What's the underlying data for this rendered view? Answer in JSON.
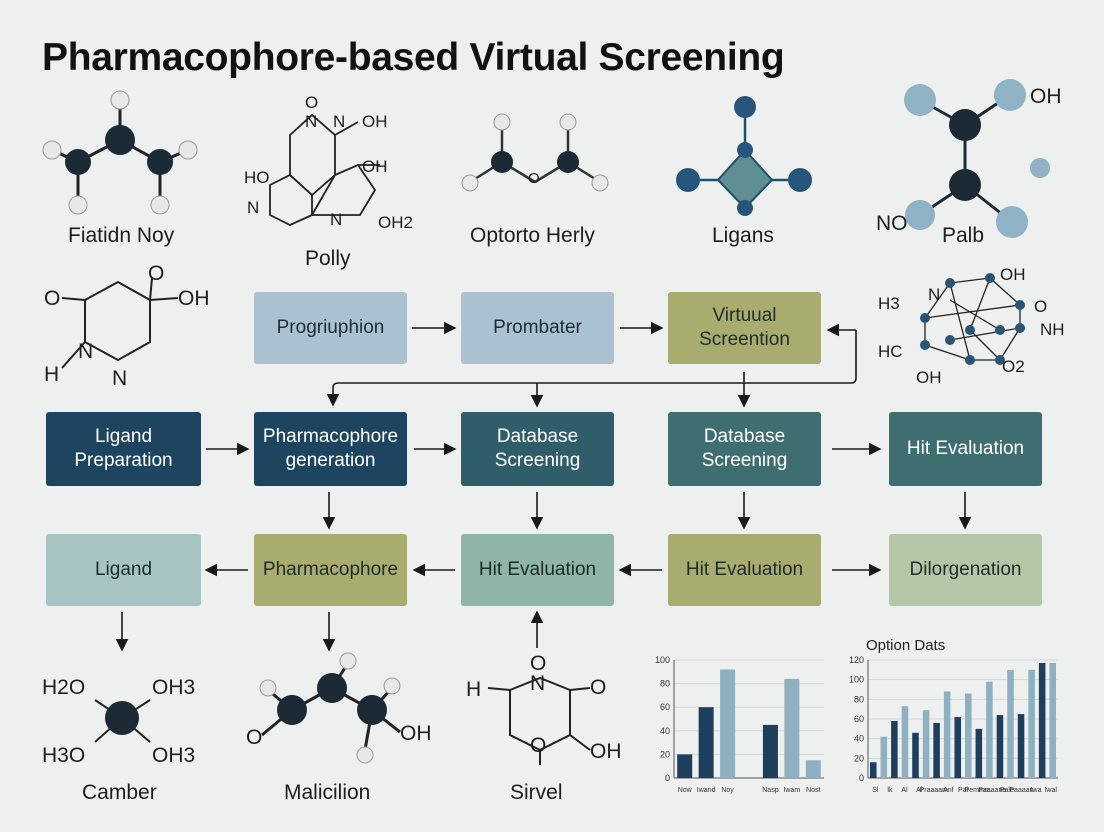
{
  "title": "Pharmacophore-based Virtual Screening",
  "molecules": {
    "m1": "Fiatidn Noy",
    "m2": "Polly",
    "m3": "Optorto Herly",
    "m4": "Ligans",
    "m5": "Palb",
    "m6": "Camber",
    "m7": "Malicilion",
    "m8": "Sirvel"
  },
  "atoms": {
    "o": "O",
    "oh": "OH",
    "n": "N",
    "ho": "HO",
    "oh2": "OH2",
    "hn": "H",
    "no": "NO",
    "h3": "H3",
    "hc": "HC",
    "nh": "NH",
    "o2": "O2",
    "h2o": "H2O",
    "oh3": "OH3",
    "h3o": "H3O",
    "h": "H"
  },
  "flow": {
    "row1": [
      "Progriuphion",
      "Prombater",
      "Virtuual Screention"
    ],
    "row2": [
      "Ligand Preparation",
      "Pharmacophore generation",
      "Database Screening",
      "Database Screening",
      "Hit Evaluation"
    ],
    "row3": [
      "Ligand",
      "Pharmacophore",
      "Hit Evaluation",
      "Hit Evaluation",
      "Dilorgenation"
    ]
  },
  "chart_data": [
    {
      "type": "bar",
      "title": "",
      "categories": [
        "Now",
        "Iwand",
        "Noy",
        "",
        "Nasp",
        "Iwam",
        "Nost"
      ],
      "series": [
        {
          "values": [
            20,
            60,
            92,
            0,
            45,
            84,
            15
          ]
        }
      ],
      "colors": [
        "#1e3e5e",
        "#1e3e5e",
        "#8fb0c0",
        "#8fb0c0",
        "#1e3e5e",
        "#8fb0c0",
        "#8fb0c0"
      ],
      "yticks": [
        0,
        20,
        40,
        60,
        80,
        100
      ],
      "ylim": [
        0,
        100
      ],
      "grid": true
    },
    {
      "type": "bar",
      "title": "Option Dats",
      "categories": [
        "Sl",
        "lk",
        "Al",
        "Al",
        "Praaaam",
        "Anf",
        "Pal",
        "Pemmm",
        "Paaaana",
        "Pale",
        "Paaaan",
        "Iwa",
        "Iwal"
      ],
      "series": [
        {
          "values": [
            16,
            42,
            58,
            73,
            46,
            69,
            56,
            88,
            62,
            86,
            50,
            98,
            64,
            110,
            65,
            110,
            117,
            117
          ]
        }
      ],
      "yticks": [
        0,
        20,
        40,
        60,
        80,
        100,
        120
      ],
      "ylim": [
        0,
        120
      ],
      "grid": true
    }
  ]
}
